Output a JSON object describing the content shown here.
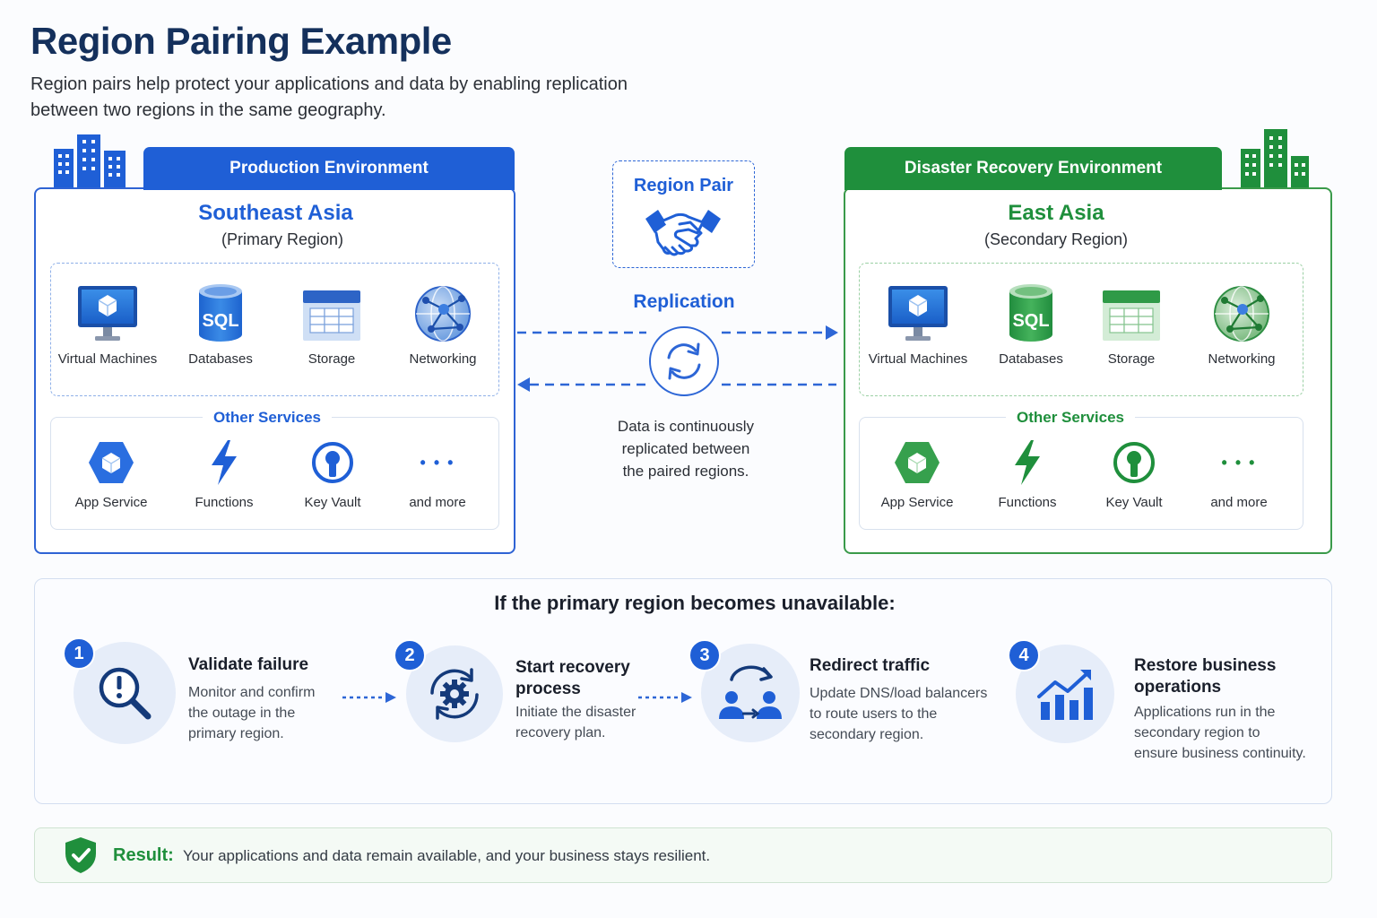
{
  "header": {
    "title": "Region Pairing Example",
    "subtitle_line1": "Region pairs help protect your applications and data by enabling replication",
    "subtitle_line2": "between two regions in the same geography."
  },
  "colors": {
    "primary_blue": "#1f5fd6",
    "secondary_green": "#1f8f3c",
    "title_navy": "#14305c"
  },
  "production": {
    "tab_label": "Production Environment",
    "region_name": "Southeast Asia",
    "region_role": "(Primary Region)",
    "core_services": [
      {
        "label": "Virtual Machines",
        "icon": "virtual-machine-icon"
      },
      {
        "label": "Databases",
        "icon": "sql-database-icon",
        "icon_text": "SQL"
      },
      {
        "label": "Storage",
        "icon": "storage-table-icon"
      },
      {
        "label": "Networking",
        "icon": "network-globe-icon"
      }
    ],
    "other_label": "Other Services",
    "other_services": [
      {
        "label": "App Service",
        "icon": "app-service-hexagon-icon"
      },
      {
        "label": "Functions",
        "icon": "lightning-bolt-icon"
      },
      {
        "label": "Key Vault",
        "icon": "key-vault-icon"
      },
      {
        "label": "and more",
        "icon": "ellipsis-icon",
        "icon_text": "• • •"
      }
    ]
  },
  "disaster_recovery": {
    "tab_label": "Disaster Recovery Environment",
    "region_name": "East Asia",
    "region_role": "(Secondary Region)",
    "core_services": [
      {
        "label": "Virtual Machines",
        "icon": "virtual-machine-icon"
      },
      {
        "label": "Databases",
        "icon": "sql-database-icon",
        "icon_text": "SQL"
      },
      {
        "label": "Storage",
        "icon": "storage-table-icon"
      },
      {
        "label": "Networking",
        "icon": "network-globe-icon"
      }
    ],
    "other_label": "Other Services",
    "other_services": [
      {
        "label": "App Service",
        "icon": "app-service-hexagon-icon"
      },
      {
        "label": "Functions",
        "icon": "lightning-bolt-icon"
      },
      {
        "label": "Key Vault",
        "icon": "key-vault-icon"
      },
      {
        "label": "and more",
        "icon": "ellipsis-icon",
        "icon_text": "• • •"
      }
    ]
  },
  "middle": {
    "pair_title": "Region Pair",
    "pair_icon": "handshake-icon",
    "replication_label": "Replication",
    "replication_icon": "sync-arrows-icon",
    "replication_desc": [
      "Data is continuously",
      "replicated between",
      "the paired regions."
    ]
  },
  "failover": {
    "title": "If the primary region becomes unavailable:",
    "steps": [
      {
        "num": "1",
        "icon": "magnifier-alert-icon",
        "title": [
          "Validate failure"
        ],
        "desc": [
          "Monitor and confirm",
          "the outage in the",
          "primary region."
        ]
      },
      {
        "num": "2",
        "icon": "gear-refresh-icon",
        "title": [
          "Start recovery",
          "process"
        ],
        "desc": [
          "Initiate the disaster",
          "recovery plan."
        ]
      },
      {
        "num": "3",
        "icon": "users-redirect-icon",
        "title": [
          "Redirect traffic"
        ],
        "desc": [
          "Update DNS/load balancers",
          "to route users to the",
          "secondary region."
        ]
      },
      {
        "num": "4",
        "icon": "chart-growth-icon",
        "title": [
          "Restore business",
          "operations"
        ],
        "desc": [
          "Applications run in the",
          "secondary region to",
          "ensure business continuity."
        ]
      }
    ]
  },
  "result": {
    "icon": "shield-check-icon",
    "label": "Result:",
    "text": "Your applications and data remain available, and your business stays resilient."
  }
}
